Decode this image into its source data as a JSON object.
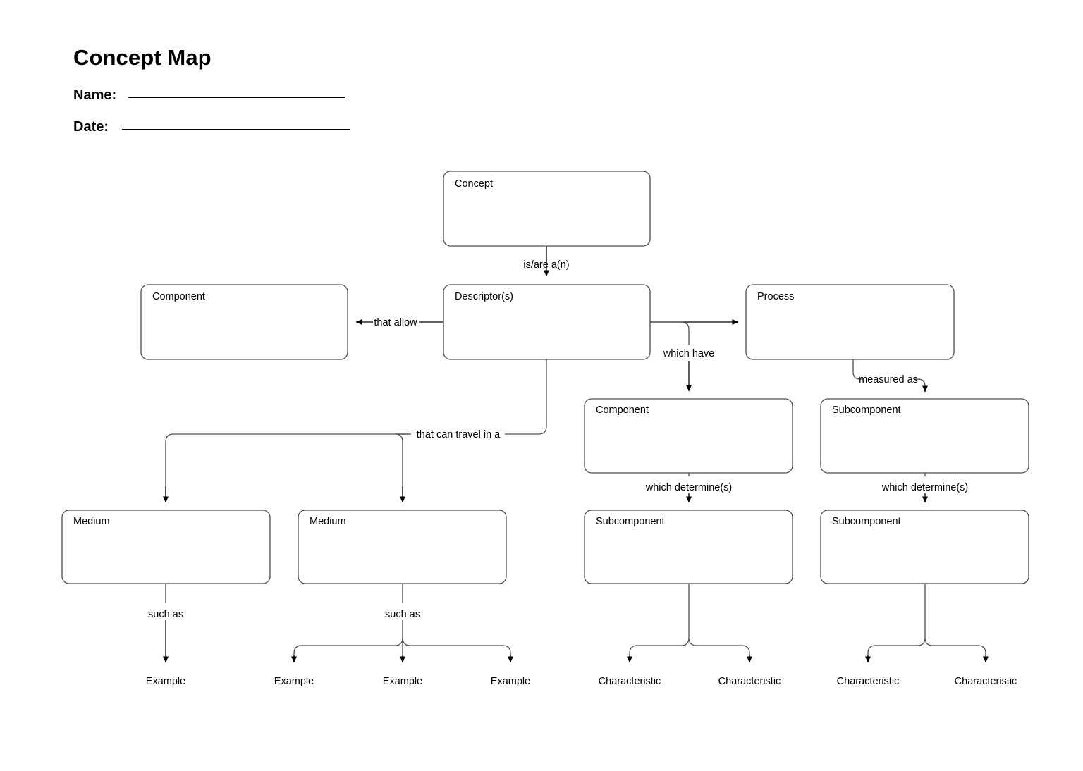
{
  "header": {
    "title": "Concept Map",
    "name_label": "Name:",
    "date_label": "Date:",
    "name_value": "",
    "date_value": ""
  },
  "diagram": {
    "type": "concept-map",
    "nodes": {
      "concept": {
        "label": "Concept"
      },
      "descriptors": {
        "label": "Descriptor(s)"
      },
      "component_left": {
        "label": "Component"
      },
      "process": {
        "label": "Process"
      },
      "component_mid": {
        "label": "Component"
      },
      "subcomponent_right_top": {
        "label": "Subcomponent"
      },
      "medium_left": {
        "label": "Medium"
      },
      "medium_right": {
        "label": "Medium"
      },
      "subcomponent_mid_bottom": {
        "label": "Subcomponent"
      },
      "subcomponent_right_bottom": {
        "label": "Subcomponent"
      }
    },
    "leaves": {
      "example_1": {
        "label": "Example"
      },
      "example_2": {
        "label": "Example"
      },
      "example_3": {
        "label": "Example"
      },
      "example_4": {
        "label": "Example"
      },
      "characteristic_1": {
        "label": "Characteristic"
      },
      "characteristic_2": {
        "label": "Characteristic"
      },
      "characteristic_3": {
        "label": "Characteristic"
      },
      "characteristic_4": {
        "label": "Characteristic"
      }
    },
    "edge_labels": {
      "is_are_a_n": "is/are a(n)",
      "that_allow": "that allow",
      "which_have": "which have",
      "measured_as": "measured as",
      "that_can_travel_in_a": "that can travel in a",
      "such_as_left": "such as",
      "such_as_right": "such as",
      "which_determines_mid": "which determine(s)",
      "which_determines_right": "which determine(s)"
    },
    "colors": {
      "node_stroke": "#4d4d4d",
      "edge_stroke": "#4d4d4d",
      "arrow_fill": "#000000",
      "text": "#000000",
      "background": "#ffffff"
    }
  }
}
